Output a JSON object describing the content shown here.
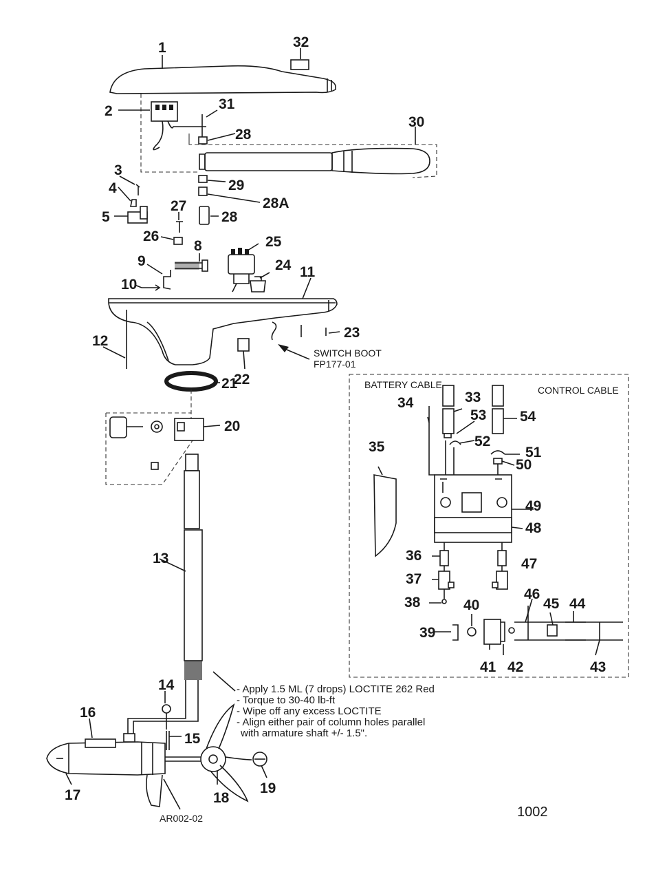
{
  "parts": {
    "p1": "1",
    "p2": "2",
    "p3": "3",
    "p4": "4",
    "p5": "5",
    "p8": "8",
    "p9": "9",
    "p10": "10",
    "p11": "11",
    "p12": "12",
    "p13": "13",
    "p14": "14",
    "p15": "15",
    "p16": "16",
    "p17": "17",
    "p18": "18",
    "p19": "19",
    "p20": "20",
    "p21": "21",
    "p22": "22",
    "p23": "23",
    "p24": "24",
    "p25": "25",
    "p26": "26",
    "p27": "27",
    "p28a": "28",
    "p28b": "28A",
    "p28c": "28",
    "p29": "29",
    "p30": "30",
    "p31": "31",
    "p32": "32",
    "p33": "33",
    "p34": "34",
    "p35": "35",
    "p36": "36",
    "p37": "37",
    "p38": "38",
    "p39": "39",
    "p40": "40",
    "p41": "41",
    "p42": "42",
    "p43": "43",
    "p44": "44",
    "p45": "45",
    "p46": "46",
    "p47": "47",
    "p48": "48",
    "p49": "49",
    "p50": "50",
    "p51": "51",
    "p52": "52",
    "p53": "53",
    "p54": "54"
  },
  "callouts": {
    "switch_boot_line1": "SWITCH BOOT",
    "switch_boot_line2": "FP177-01",
    "battery_cable": "BATTERY CABLE",
    "control_cable": "CONTROL CABLE"
  },
  "notes": {
    "line1": "- Apply 1.5 ML (7 drops) LOCTITE 262 Red",
    "line2": "- Torque to 30-40 lb-ft",
    "line3": "- Wipe off any excess LOCTITE",
    "line4": "- Align either pair of column holes parallel",
    "line5": "with armature shaft +/- 1.5\"."
  },
  "drawing_code": "AR002-02",
  "figure_number": "1002"
}
